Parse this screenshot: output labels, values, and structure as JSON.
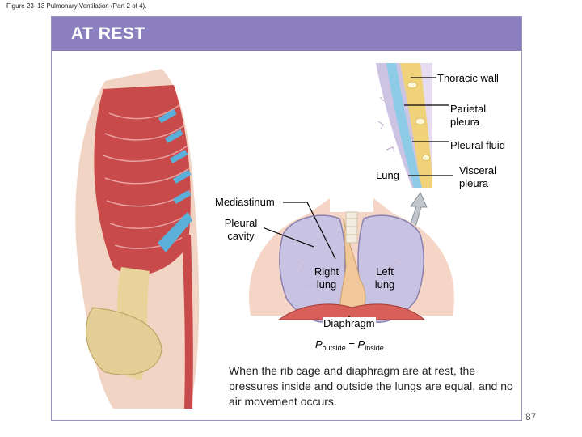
{
  "figure_caption": "Figure 23–13 Pulmonary Ventilation (Part 2 of 4).",
  "banner_title": "AT REST",
  "labels": {
    "thoracic_wall": "Thoracic wall",
    "parietal_pleura": "Parietal pleura",
    "pleural_fluid": "Pleural fluid",
    "lung": "Lung",
    "visceral_pleura": "Visceral pleura",
    "mediastinum": "Mediastinum",
    "pleural_cavity": "Pleural cavity",
    "right_lung": "Right lung",
    "left_lung": "Left lung",
    "diaphragm": "Diaphragm"
  },
  "equation": {
    "p1": "P",
    "sub1": "outside",
    "eq": " = ",
    "p2": "P",
    "sub2": "inside"
  },
  "description": "When the rib cage and diaphragm are at rest, the pressures inside and outside the lungs are equal, and no air movement occurs.",
  "page_number": "87",
  "colors": {
    "banner": "#8b80bd",
    "muscle": "#c94a4a",
    "lung": "#c9c3e3",
    "bone": "#e8d49a"
  }
}
